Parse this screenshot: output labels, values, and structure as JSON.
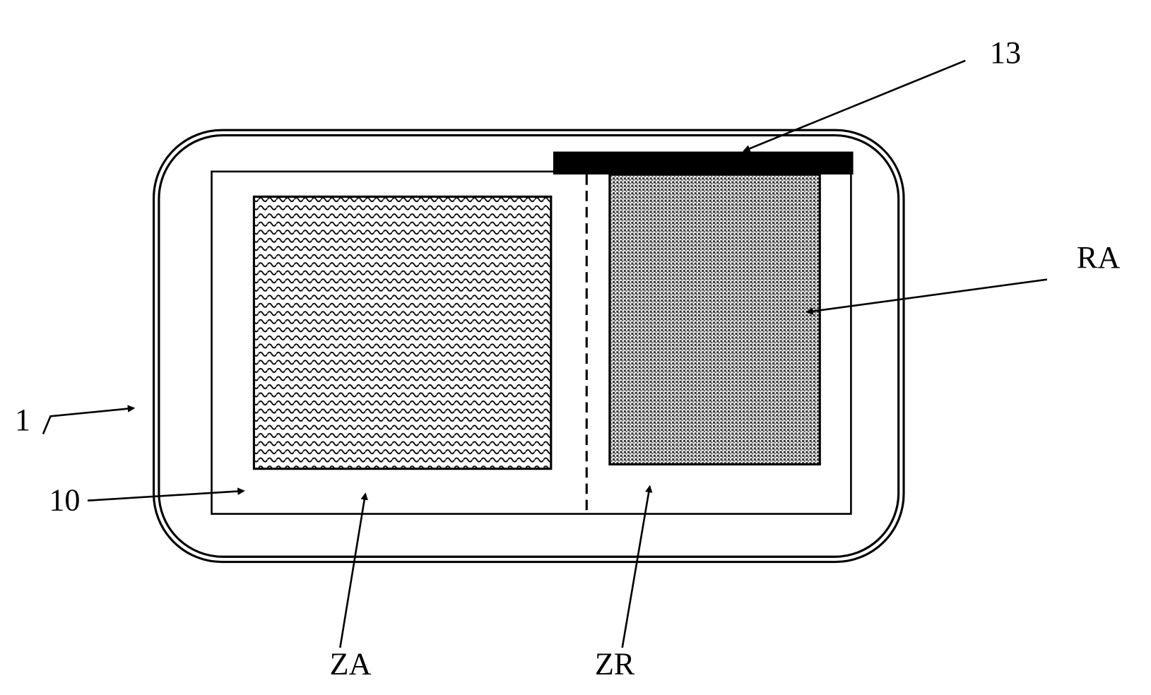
{
  "labels": {
    "ref_13": "13",
    "ref_RA": "RA",
    "ref_1": "1",
    "ref_10": "10",
    "ref_ZA": "ZA",
    "ref_ZR": "ZR"
  },
  "colors": {
    "ink": "#000000",
    "paper": "#ffffff"
  }
}
